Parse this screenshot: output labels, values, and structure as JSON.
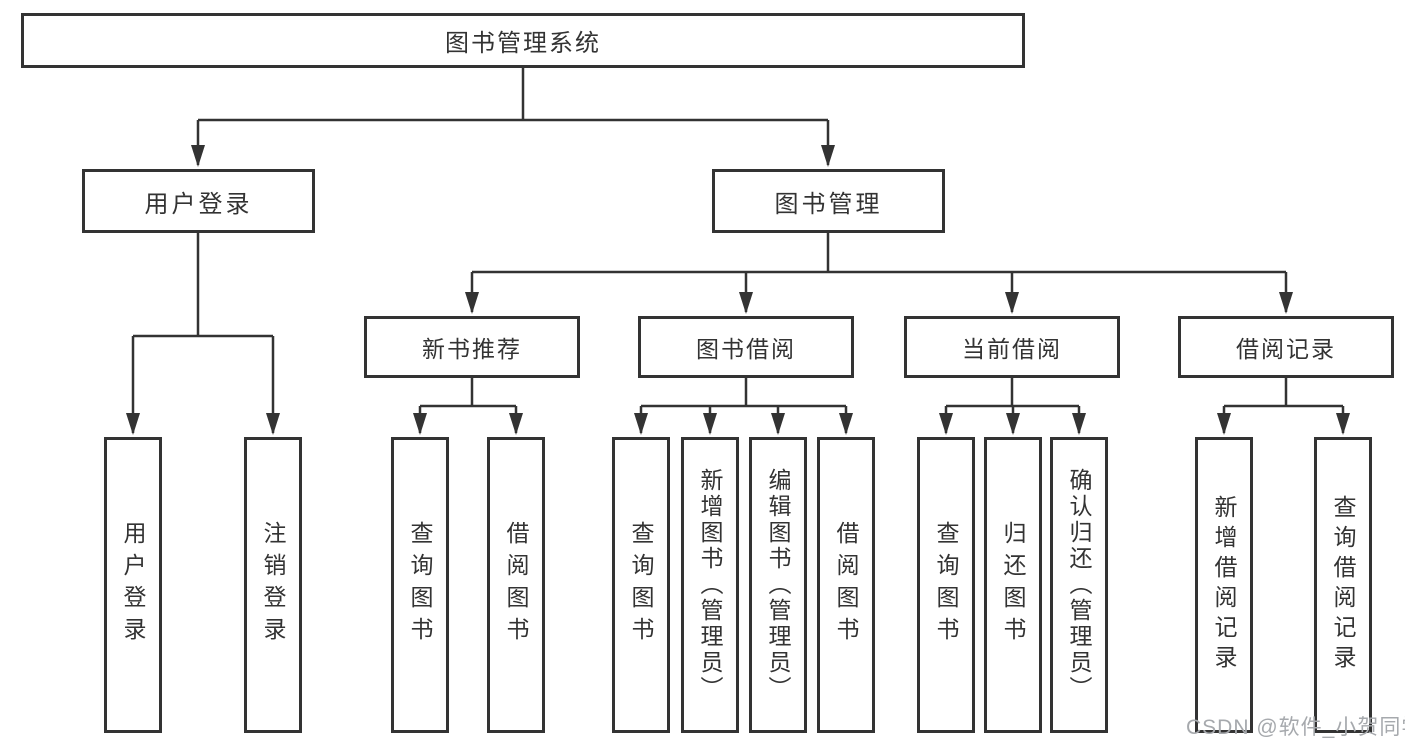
{
  "diagram": {
    "type": "function-decomposition-tree",
    "colors": {
      "line": "#333333",
      "box_fill": "#ffffff",
      "text": "#333333",
      "watermark": "#a6a9ad"
    }
  },
  "tree": {
    "root": {
      "label": "图书管理系统",
      "children": [
        {
          "label": "用户登录",
          "children": [
            {
              "label": "用户登录"
            },
            {
              "label": "注销登录"
            }
          ]
        },
        {
          "label": "图书管理",
          "children": [
            {
              "label": "新书推荐",
              "children": [
                {
                  "label": "查询图书"
                },
                {
                  "label": "借阅图书"
                }
              ]
            },
            {
              "label": "图书借阅",
              "children": [
                {
                  "label": "查询图书"
                },
                {
                  "label": "新增图书（管理员）"
                },
                {
                  "label": "编辑图书（管理员）"
                },
                {
                  "label": "借阅图书"
                }
              ]
            },
            {
              "label": "当前借阅",
              "children": [
                {
                  "label": "查询图书"
                },
                {
                  "label": "归还图书"
                },
                {
                  "label": "确认归还（管理员）"
                }
              ]
            },
            {
              "label": "借阅记录",
              "children": [
                {
                  "label": "新增借阅记录"
                },
                {
                  "label": "查询借阅记录"
                }
              ]
            }
          ]
        }
      ]
    }
  },
  "watermark": {
    "text": "CSDN @软件_小贺同学"
  }
}
